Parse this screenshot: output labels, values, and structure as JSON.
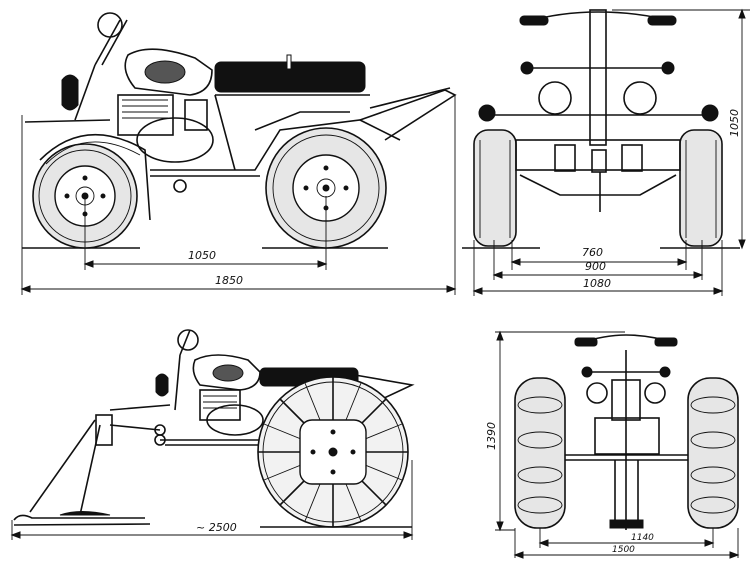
{
  "dimensions": {
    "wheelbase": "1050",
    "overall_length": "1850",
    "track_front": "760",
    "track_mid": "900",
    "width_overall": "1080",
    "height": "1050",
    "ski_length": "~ 2500",
    "height_ski_version": "1390",
    "track_ski_version": "1140",
    "width_ski_version": "1500"
  }
}
